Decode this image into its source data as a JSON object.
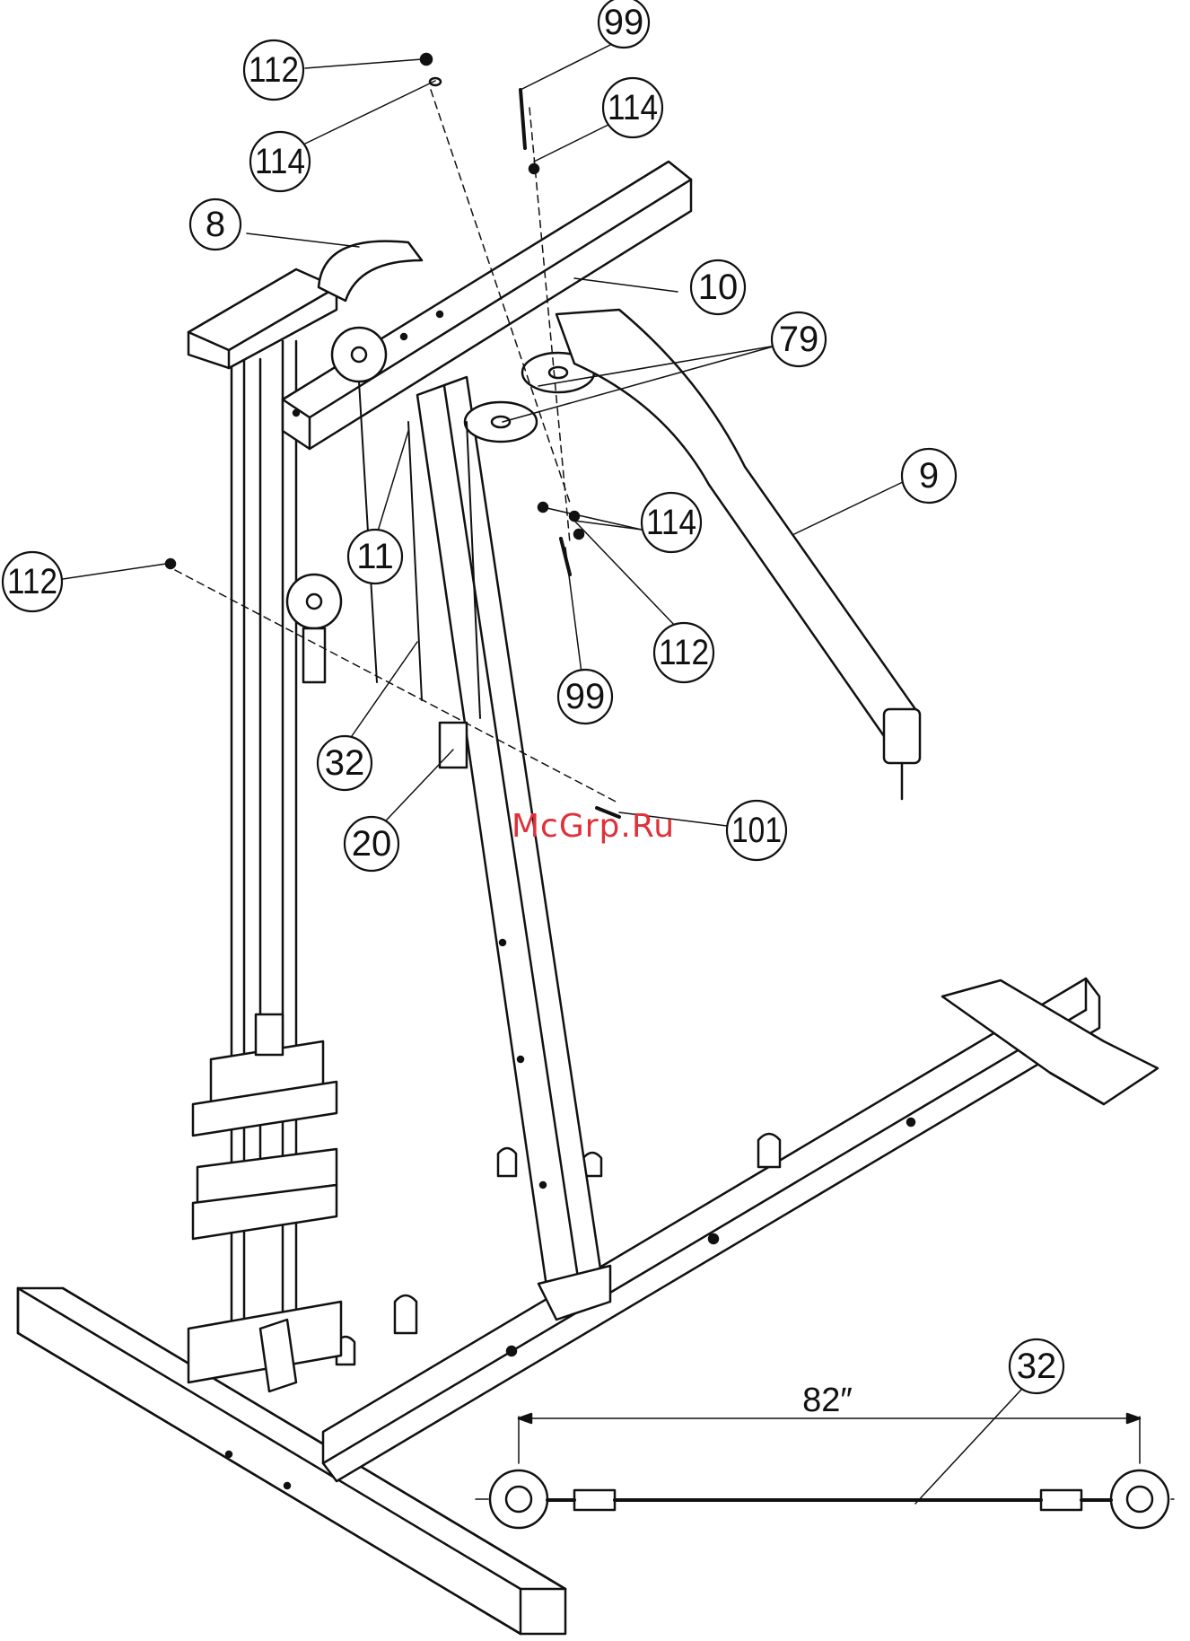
{
  "callouts": [
    {
      "id": "c-112-top",
      "label": "112"
    },
    {
      "id": "c-114-top-left",
      "label": "114"
    },
    {
      "id": "c-99-top",
      "label": "99"
    },
    {
      "id": "c-114-top-right",
      "label": "114"
    },
    {
      "id": "c-8",
      "label": "8"
    },
    {
      "id": "c-10",
      "label": "10"
    },
    {
      "id": "c-79",
      "label": "79"
    },
    {
      "id": "c-9",
      "label": "9"
    },
    {
      "id": "c-11",
      "label": "11"
    },
    {
      "id": "c-114-mid",
      "label": "114"
    },
    {
      "id": "c-112-left",
      "label": "112"
    },
    {
      "id": "c-112-mid",
      "label": "112"
    },
    {
      "id": "c-99-mid",
      "label": "99"
    },
    {
      "id": "c-32",
      "label": "32"
    },
    {
      "id": "c-20",
      "label": "20"
    },
    {
      "id": "c-101",
      "label": "101"
    },
    {
      "id": "c-32-detail",
      "label": "32"
    }
  ],
  "detail": {
    "dimension_label": "82″"
  },
  "watermark": "McGrp.Ru",
  "colors": {
    "line": "#111111",
    "watermark": "#e0303a"
  }
}
